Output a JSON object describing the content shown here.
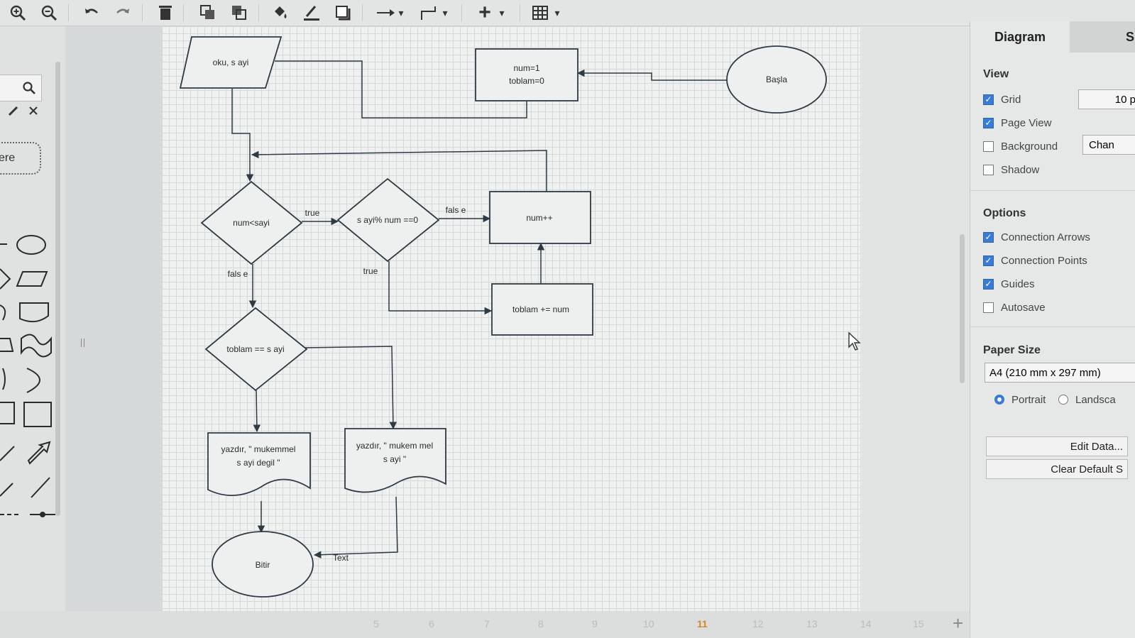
{
  "toolbar": {
    "add_label": "+",
    "dropdown_caret": "▾"
  },
  "left": {
    "partial_label": "ere"
  },
  "flowchart": {
    "nodes": {
      "input": "oku, s ayi",
      "init_line1": "num=1",
      "init_line2": "toblam=0",
      "start": "Başla",
      "cond1": "num<sayi",
      "cond2": "s ayi% num ==0",
      "increment": "num++",
      "accumulate": "toblam += num",
      "cond3": "toblam == s ayi",
      "out1_line1": "yazdır, \" mukemmel",
      "out1_line2": "s ayi degil \"",
      "out2_line1": "yazdır, \" mukem mel",
      "out2_line2": "s ayi \"",
      "end": "Bitir"
    },
    "edge_labels": {
      "c1_true": "true",
      "c1_false": "fals e",
      "c2_false": "fals e",
      "c2_true": "true",
      "text_label": "Text"
    },
    "colors": {
      "stroke": "#2e3a44",
      "fill": "#eef0ef"
    }
  },
  "right_panel": {
    "tabs": [
      "Diagram",
      "S"
    ],
    "view_title": "View",
    "view_options": [
      {
        "label": "Grid",
        "checked": true
      },
      {
        "label": "Page View",
        "checked": true
      },
      {
        "label": "Background",
        "checked": false
      },
      {
        "label": "Shadow",
        "checked": false
      }
    ],
    "grid_size": "10 p",
    "change_button": "Chan",
    "options_title": "Options",
    "options": [
      {
        "label": "Connection Arrows",
        "checked": true
      },
      {
        "label": "Connection Points",
        "checked": true
      },
      {
        "label": "Guides",
        "checked": true
      },
      {
        "label": "Autosave",
        "checked": false
      }
    ],
    "paper_title": "Paper Size",
    "paper_value": "A4 (210 mm x 297 mm)",
    "orientation": [
      {
        "label": "Portrait",
        "selected": true
      },
      {
        "label": "Landsca",
        "selected": false
      }
    ],
    "edit_data_button": "Edit Data...",
    "clear_default_button": "Clear Default S",
    "accent": "#3a7bd5"
  },
  "pages": {
    "numbers": [
      "5",
      "6",
      "7",
      "8",
      "9",
      "10",
      "11",
      "12",
      "13",
      "14",
      "15"
    ],
    "current": "11",
    "add_label": "+"
  }
}
